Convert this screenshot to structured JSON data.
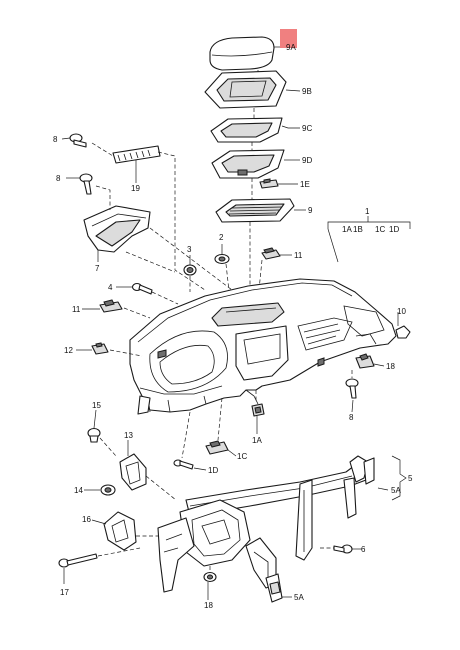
{
  "highlight_color": "#f08080",
  "callouts": {
    "c1": "1",
    "c1A": "1A",
    "c1B": "1B",
    "c1C": "1C",
    "c1D": "1D",
    "c1A_b": "1A",
    "c1C_b": "1C",
    "c1D_b": "1D",
    "c2": "2",
    "c3": "3",
    "c4": "4",
    "c5": "5",
    "c5A": "5A",
    "c5A_b": "5A",
    "c6": "6",
    "c7": "7",
    "c8a": "8",
    "c8b": "8",
    "c8c": "8",
    "c9": "9",
    "c9A": "9A",
    "c9B": "9B",
    "c9C": "9C",
    "c9D": "9D",
    "c9E": "1E",
    "c10": "10",
    "c11a": "11",
    "c11b": "11",
    "c12": "12",
    "c13": "13",
    "c14": "14",
    "c15": "15",
    "c16": "16",
    "c17": "17",
    "c18a": "18",
    "c18b": "18",
    "c19": "19"
  }
}
